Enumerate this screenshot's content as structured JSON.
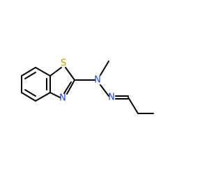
{
  "molecule": {
    "atoms": [
      {
        "symbol": "S",
        "color": "#b8a000"
      },
      {
        "symbol": "N",
        "color": "#1f3fd6"
      },
      {
        "symbol": "N",
        "color": "#1f3fd6"
      },
      {
        "symbol": "N",
        "color": "#1f3fd6"
      }
    ]
  }
}
